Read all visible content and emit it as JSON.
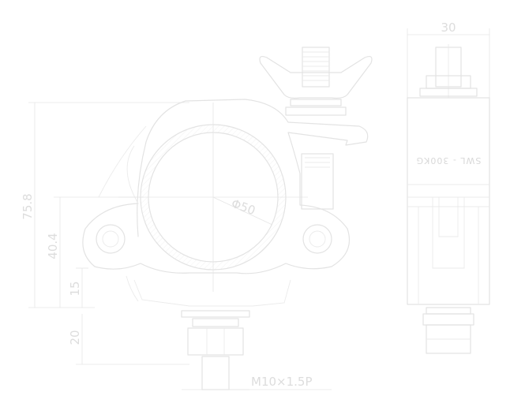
{
  "dimensions": {
    "height_overall": "75.8",
    "height_mid": "40.4",
    "height_low": "15",
    "bolt_length": "20",
    "tube_diameter": "Φ50",
    "width_side": "30",
    "thread": "M10×1.5P"
  },
  "side_view": {
    "label": "SWL - 300KG"
  },
  "colors": {
    "line": "#e3e3e3",
    "text": "#dddddd"
  }
}
